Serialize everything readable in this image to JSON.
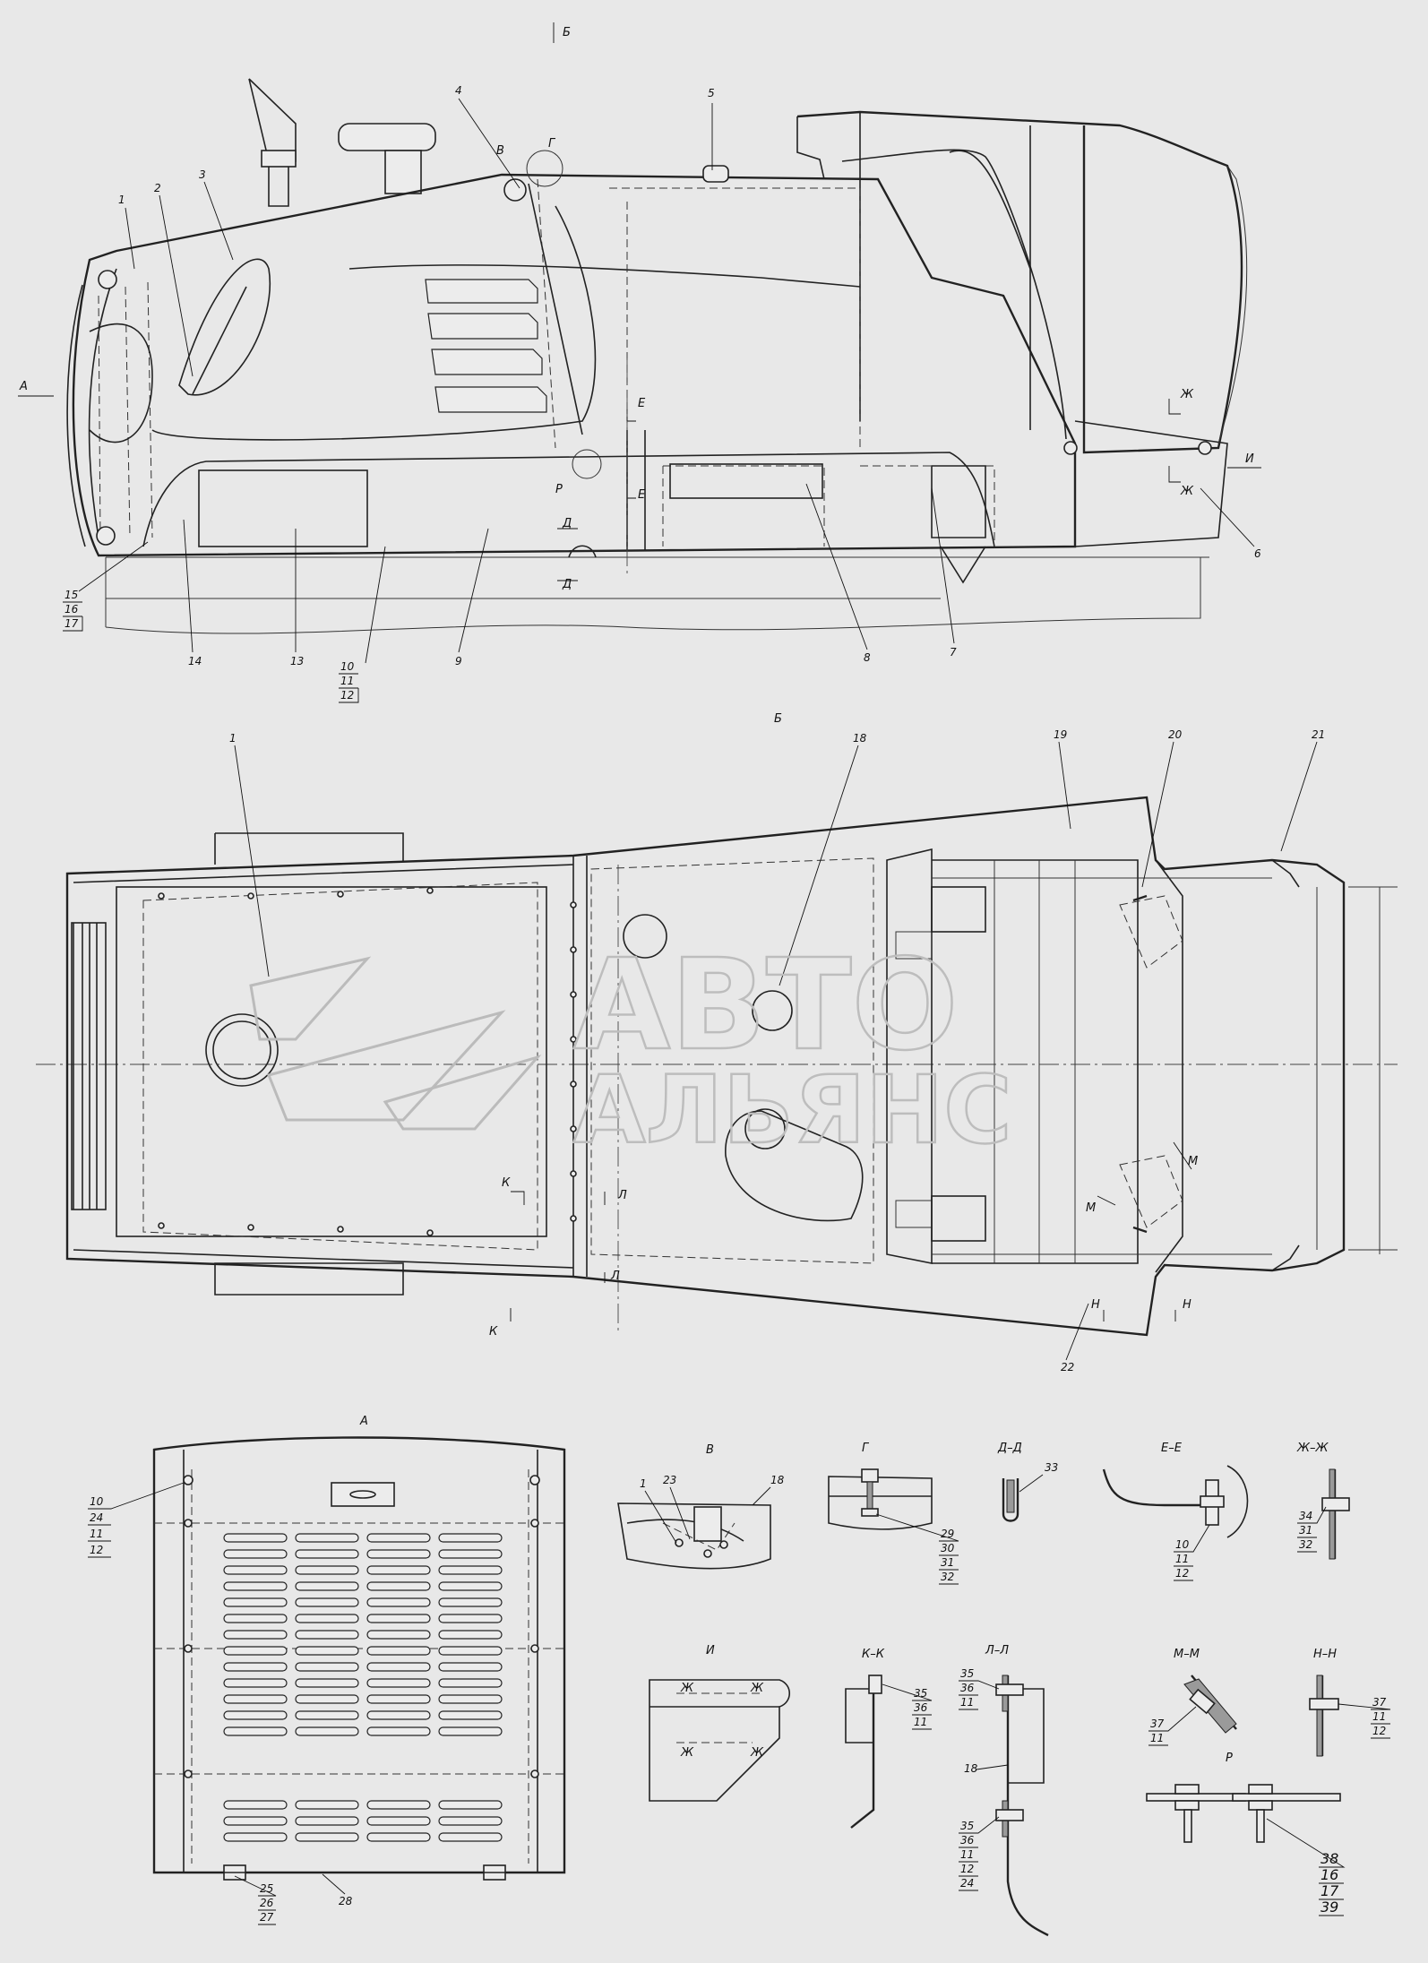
{
  "view_labels": {
    "A_left": "А",
    "B_top": "Б",
    "B_mid": "Б",
    "A_view": "А",
    "I_right": "И"
  },
  "side_view_callouts": [
    "1",
    "2",
    "3",
    "4",
    "5",
    "6",
    "7",
    "8",
    "9",
    "13",
    "14"
  ],
  "side_view_stacks": {
    "s15": [
      "15",
      "16",
      "17"
    ],
    "s10": [
      "10",
      "11",
      "12"
    ]
  },
  "side_view_sections": {
    "V": "В",
    "G": "Г",
    "R": "Р",
    "D1": "Д",
    "D2": "Д",
    "E1": "Е",
    "E2": "Е",
    "Zh1": "Ж",
    "Zh2": "Ж"
  },
  "plan_view_callouts": [
    "1",
    "18",
    "19",
    "20",
    "21",
    "22"
  ],
  "plan_view_sections": {
    "K1": "К",
    "K2": "К",
    "L1": "Л",
    "L2": "Л",
    "M1": "М",
    "M2": "М",
    "N1": "Н",
    "N2": "Н"
  },
  "grille_view": {
    "stack_top": [
      "10",
      "24",
      "11",
      "12"
    ],
    "stack_bottom": [
      "25",
      "26",
      "27"
    ],
    "callout": "28"
  },
  "detail_V": {
    "title": "В",
    "callouts": [
      "1",
      "23",
      "18"
    ]
  },
  "detail_G": {
    "title": "Г",
    "stack": [
      "29",
      "30",
      "31",
      "32"
    ]
  },
  "detail_DD": {
    "title": "Д–Д",
    "callout": "33"
  },
  "detail_EE": {
    "title": "Е–Е",
    "stack": [
      "10",
      "11",
      "12"
    ]
  },
  "detail_ZhZh": {
    "title": "Ж–Ж",
    "stack": [
      "34",
      "31",
      "32"
    ]
  },
  "detail_I": {
    "title": "И",
    "marks": [
      "Ж",
      "Ж",
      "Ж",
      "Ж"
    ]
  },
  "detail_KK": {
    "title": "К–К",
    "stack": [
      "35",
      "36",
      "11"
    ]
  },
  "detail_LL": {
    "title": "Л–Л",
    "stack_top": [
      "35",
      "36",
      "11"
    ],
    "callout": "18",
    "stack_bottom": [
      "35",
      "36",
      "11",
      "12",
      "24"
    ]
  },
  "detail_MM": {
    "title": "М–М",
    "stack": [
      "37",
      "11"
    ]
  },
  "detail_NN": {
    "title": "Н–Н",
    "stack": [
      "37",
      "11",
      "12"
    ]
  },
  "detail_R": {
    "title": "Р",
    "stack": [
      "38",
      "16",
      "17",
      "39"
    ]
  },
  "watermark": {
    "line1": "АВТО",
    "line2": "АЛЬЯНС"
  }
}
